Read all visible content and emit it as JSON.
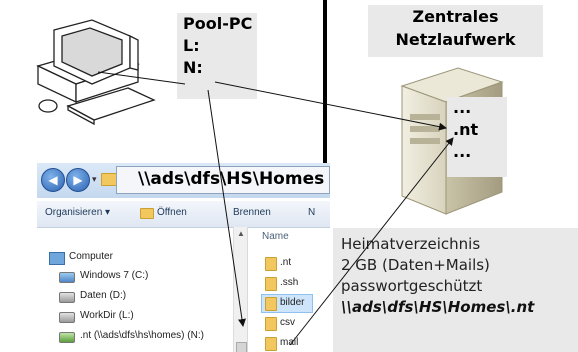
{
  "pool_pc": {
    "title": "Pool-PC",
    "l": "L:",
    "n": "N:"
  },
  "network_drive": {
    "title_line1": "Zentrales",
    "title_line2": "Netzlaufwerk"
  },
  "server_volumes": [
    "...",
    ".nt",
    "..."
  ],
  "info_box": {
    "line1": "Heimatverzeichnis",
    "line2": "2 GB (Daten+Mails)",
    "line3": "passwortgeschützt",
    "path": "\\\\ads\\dfs\\HS\\Homes\\.nt"
  },
  "explorer": {
    "address": "\\\\ads\\dfs\\HS\\Homes",
    "toolbar": {
      "organize": "Organisieren ▾",
      "open": "Öffnen",
      "burn": "Brennen",
      "more": "N"
    },
    "column_name": "Name",
    "tree": {
      "computer": "Computer",
      "items": [
        "Windows 7 (C:)",
        "Daten (D:)",
        "WorkDir (L:)",
        ".nt (\\\\ads\\dfs\\hs\\homes) (N:)"
      ]
    },
    "files": [
      ".nt",
      ".ssh",
      "bilder",
      "csv",
      "mail"
    ]
  },
  "colors": {
    "label_bg": "#e9e9e9",
    "divider": "#000000",
    "folder": "#f1c75e",
    "selection": "#cde4fa"
  }
}
